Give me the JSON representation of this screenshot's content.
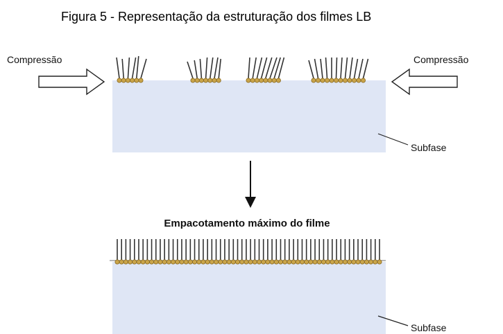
{
  "caption": "Figura 5 - Representação da estruturação dos filmes LB",
  "labels": {
    "compression_left": "Compressão",
    "compression_right": "Compressão",
    "subphase_top": "Subfase",
    "subphase_bottom": "Subfase",
    "max_packing": "Empacotamento máximo do filme"
  },
  "colors": {
    "subphase": "#dfe6f5",
    "headgroup": "#c9a44a",
    "headgroup_outline": "#8a6a1f",
    "tail": "#333333"
  }
}
